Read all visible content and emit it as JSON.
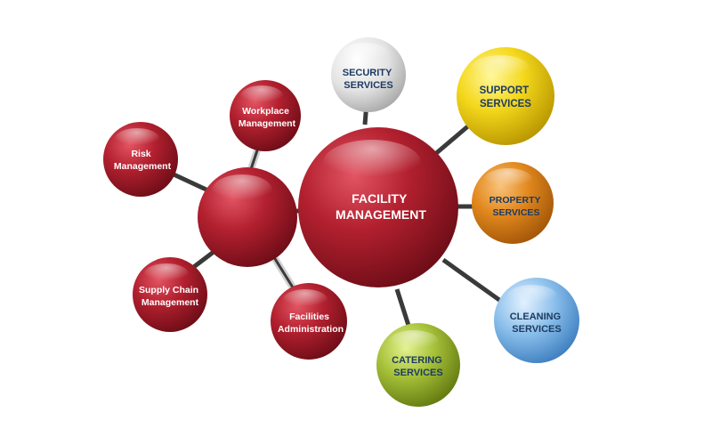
{
  "diagram": {
    "center": {
      "lines": [
        "FACILITY",
        "MANAGEMENT"
      ],
      "color": "#a31a2b"
    },
    "hub": {
      "color": "#a31a2b"
    },
    "left_nodes": [
      {
        "id": "workplace",
        "lines": [
          "Workplace",
          "Management"
        ],
        "color": "#a31a2b"
      },
      {
        "id": "risk",
        "lines": [
          "Risk",
          "Management"
        ],
        "color": "#a31a2b"
      },
      {
        "id": "supply",
        "lines": [
          "Supply Chain",
          "Management"
        ],
        "color": "#a31a2b"
      },
      {
        "id": "facilities",
        "lines": [
          "Facilities",
          "Administration"
        ],
        "color": "#a31a2b"
      }
    ],
    "right_nodes": [
      {
        "id": "security",
        "lines": [
          "SECURITY",
          "SERVICES"
        ],
        "color": "#d9d9d9",
        "text_color": "#1d3b62"
      },
      {
        "id": "support",
        "lines": [
          "SUPPORT",
          "SERVICES"
        ],
        "color": "#f2d21d",
        "text_color": "#1d3b62"
      },
      {
        "id": "property",
        "lines": [
          "PROPERTY",
          "SERVICES"
        ],
        "color": "#e0851d",
        "text_color": "#1d3b62"
      },
      {
        "id": "cleaning",
        "lines": [
          "CLEANING",
          "SERVICES"
        ],
        "color": "#7fb6e6",
        "text_color": "#1d3b62"
      },
      {
        "id": "catering",
        "lines": [
          "CATERING",
          "SERVICES"
        ],
        "color": "#a9c23a",
        "text_color": "#1d3b62"
      }
    ]
  }
}
